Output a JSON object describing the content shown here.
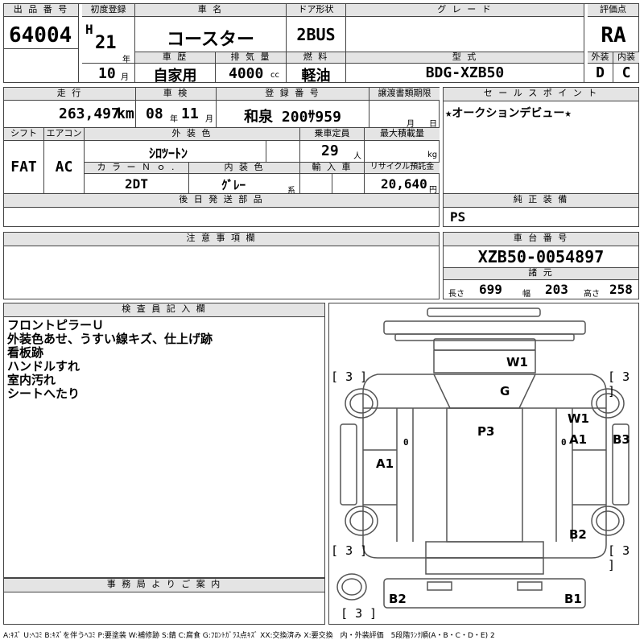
{
  "header": {
    "lot_label": "出 品 番 号",
    "lot": "64004",
    "first_reg_label": "初度登録",
    "era": "H",
    "year": "21",
    "year_unit": "年",
    "month": "10",
    "month_unit": "月",
    "name_label": "車 名",
    "name": "コースター",
    "door_label": "ドア形状",
    "door": "2BUS",
    "grade_label": "グ レ ー ド",
    "grade": "",
    "score_label": "評価点",
    "score": "RA",
    "history_label": "車 歴",
    "history": "自家用",
    "displacement_label": "排 気 量",
    "displacement": "4000",
    "displacement_unit": "cc",
    "fuel_label": "燃 料",
    "fuel": "軽油",
    "model_label": "型 式",
    "model": "BDG-XZB50",
    "ext_label": "外装",
    "ext": "D",
    "int_label": "内装",
    "int": "C"
  },
  "row2": {
    "mileage_label": "走 行",
    "mileage": "263,497",
    "mileage_unit": "km",
    "inspection_label": "車 検",
    "insp_year": "08",
    "insp_year_unit": "年",
    "insp_month": "11",
    "insp_month_unit": "月",
    "reg_label": "登 録 番 号",
    "reg": "和泉 200ｻ959",
    "transfer_label": "譲渡書類期限",
    "transfer_month": "月",
    "transfer_day": "日",
    "sales_label": "セ ー ル ス ポ イ ン ト",
    "sales": "★オークションデビュー★"
  },
  "row3": {
    "shift_label": "シフト",
    "shift": "FAT",
    "ac_label": "エアコン",
    "ac": "AC",
    "color_label": "外 装 色",
    "color": "ｼﾛﾂｰﾄﾝ",
    "capacity_label": "乗車定員",
    "capacity": "29",
    "capacity_unit": "人",
    "load_label": "最大積載量",
    "load": "",
    "load_unit": "kg",
    "colorno_label": "カ ラ ー Ｎ ｏ .",
    "colorno": "2DT",
    "intcolor_label": "内 装 色",
    "intcolor": "ｸﾞﾚｰ",
    "intcolor_unit": "系",
    "import_label": "輸 入 車",
    "import": "",
    "recycle_label": "リサイクル預託金",
    "recycle": "20,640",
    "recycle_unit": "円"
  },
  "later_label": "後 日 発 送 部 品",
  "later": "",
  "genuine_label": "純 正 装 備",
  "genuine": "PS",
  "notes_label": "注 意 事 項 欄",
  "notes": "",
  "chassis_label": "車 台 番 号",
  "chassis": "XZB50-0054897",
  "dims_label": "諸 元",
  "dims": {
    "length_label": "長さ",
    "length": "699",
    "width_label": "幅",
    "width": "203",
    "height_label": "高さ",
    "height": "258"
  },
  "inspector_label": "検 査 員 記 入 欄",
  "inspector_lines": [
    "フロントピラーＵ",
    "外装色あせ、うすい線キズ、仕上げ跡",
    "看板跡",
    "ハンドルすれ",
    "室内汚れ",
    "シートへたり"
  ],
  "office_label": "事 務 局 よ り ご 案 内",
  "office": "",
  "diagram": {
    "W1a": "W1",
    "G": "G",
    "W1b": "W1",
    "P3": "P3",
    "A1a": "A1",
    "A1b": "A1",
    "B3": "B3",
    "B2a": "B2",
    "B2b": "B2",
    "B1": "B1",
    "t1": "3",
    "t2": "3",
    "t3": "3",
    "t4": "3",
    "t5": "3",
    "z1": "0",
    "z2": "0"
  },
  "legend": "A:ｷｽﾞ U:ﾍｺﾐ B:ｷｽﾞを伴うﾍｺﾐ P:要塗装 W:補修跡 S:錆 C:腐食 G:ﾌﾛﾝﾄｶﾞﾗｽ点ｷｽﾞ XX:交換済み X:要交換　内・外装評価　5段階ﾗﾝｸ順(A・B・C・D・E) 2"
}
